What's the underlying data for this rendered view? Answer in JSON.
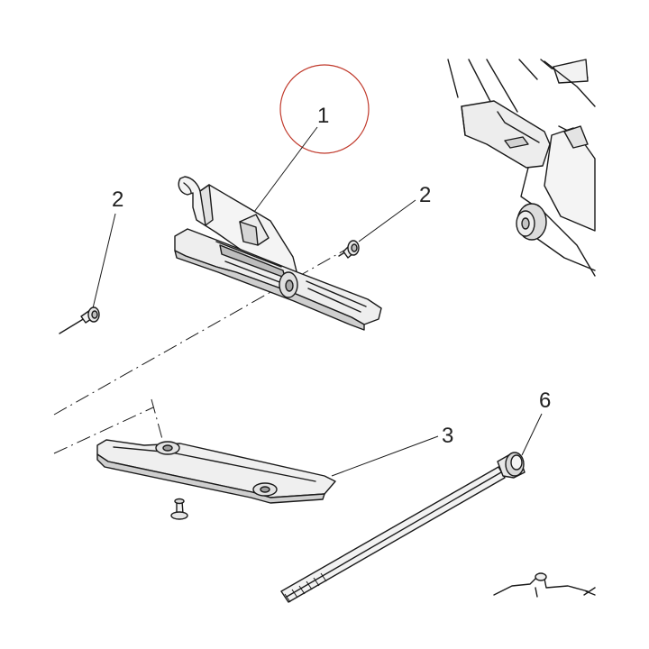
{
  "callouts": [
    {
      "id": "c1",
      "label": "1"
    },
    {
      "id": "c2a",
      "label": "2"
    },
    {
      "id": "c2b",
      "label": "2"
    },
    {
      "id": "c3",
      "label": "3"
    },
    {
      "id": "c6",
      "label": "6"
    }
  ],
  "colors": {
    "highlight_circle": "#c0392b",
    "line": "#1a1a1a",
    "part_fill": "#f2f2f2",
    "part_shade": "#bdbdbd"
  }
}
